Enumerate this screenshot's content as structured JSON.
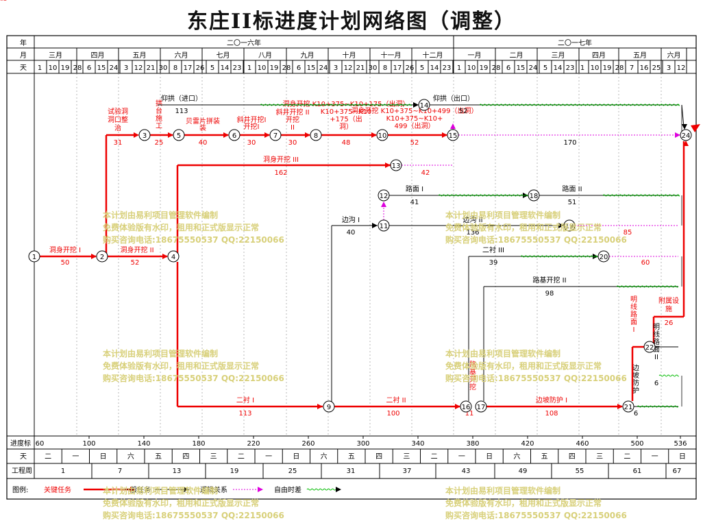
{
  "title": "东庄II标进度计划网络图（调整）",
  "header": {
    "row_labels": {
      "year": "年",
      "month": "月",
      "day": "天"
    },
    "years": [
      {
        "label": "二〇一六年",
        "span": [
          "2016-03-01",
          "2016-12-31"
        ]
      },
      {
        "label": "二〇一七年",
        "span": [
          "2017-01-01",
          "2017-06-30"
        ]
      }
    ],
    "months": [
      "三月",
      "四月",
      "五月",
      "六月",
      "七月",
      "八月",
      "九月",
      "十月",
      "十一月",
      "十二月",
      "一月",
      "二月",
      "三月",
      "四月",
      "五月",
      "六月"
    ],
    "days": [
      "1",
      "10",
      "19",
      "28",
      "6",
      "15",
      "24",
      "3",
      "12",
      "21",
      "30",
      "8",
      "17",
      "26",
      "5",
      "14",
      "23",
      "1",
      "10",
      "19",
      "28",
      "6",
      "15",
      "24",
      "3",
      "12",
      "21",
      "30",
      "8",
      "17",
      "26",
      "5",
      "14",
      "23",
      "1",
      "10",
      "19",
      "28",
      "6",
      "15",
      "24",
      "5",
      "14",
      "23",
      "1",
      "10",
      "19",
      "28",
      "7",
      "16",
      "25",
      "3",
      "12"
    ]
  },
  "axes": {
    "progress_label": "进度标",
    "progress_ticks": [
      "60",
      "100",
      "140",
      "180",
      "220",
      "260",
      "300",
      "340",
      "380",
      "420",
      "460",
      "500",
      "536"
    ],
    "weekday_label": "天",
    "weekdays": [
      "二",
      "一",
      "日",
      "六",
      "五",
      "四",
      "三",
      "二",
      "一",
      "日",
      "六",
      "五",
      "四",
      "三",
      "二",
      "一",
      "日",
      "六",
      "五",
      "四",
      "三",
      "二",
      "一",
      "日"
    ],
    "week_label": "工程周",
    "weeks": [
      "1",
      "7",
      "13",
      "19",
      "25",
      "31",
      "37",
      "43",
      "49",
      "55",
      "61",
      "67"
    ]
  },
  "nodes": [
    "1",
    "2",
    "3",
    "4",
    "5",
    "6",
    "7",
    "8",
    "9",
    "10",
    "11",
    "12",
    "13",
    "14",
    "15",
    "16",
    "17",
    "18",
    "19",
    "20",
    "21",
    "22",
    "24"
  ],
  "tasks": [
    {
      "name": "洞身开挖 I",
      "duration": "50",
      "critical": true
    },
    {
      "name": "洞身开挖 II",
      "duration": "52",
      "critical": true
    },
    {
      "name": "试验洞洞口整治",
      "duration": "31",
      "critical": true
    },
    {
      "name": "拱台施工",
      "duration": "25",
      "critical": true
    },
    {
      "name": "贝雷片拼装",
      "duration": "40",
      "critical": true
    },
    {
      "name": "斜井开挖I",
      "duration": "30",
      "critical": true
    },
    {
      "name": "斜井开挖 II",
      "duration": "30",
      "critical": true
    },
    {
      "name": "洞身开挖 K10+375~K10+175（出洞）",
      "duration": "48",
      "critical": true
    },
    {
      "name": "洞身开挖 K10+375~K10+499（出洞）",
      "duration": "52",
      "critical": true
    },
    {
      "name": "仰拱（进口）",
      "duration": "113",
      "critical": false
    },
    {
      "name": "仰拱（出口）",
      "duration": "52",
      "critical": false
    },
    {
      "name": "",
      "duration": "170",
      "critical": false
    },
    {
      "name": "洞身开挖 III",
      "duration": "162",
      "critical": true
    },
    {
      "name": "",
      "duration": "42",
      "critical": false
    },
    {
      "name": "路面 I",
      "duration": "41",
      "critical": false
    },
    {
      "name": "路面 II",
      "duration": "51",
      "critical": false
    },
    {
      "name": "边沟 I",
      "duration": "40",
      "critical": false
    },
    {
      "name": "边沟 II",
      "duration": "136",
      "critical": false
    },
    {
      "name": "",
      "duration": "85",
      "critical": false
    },
    {
      "name": "二衬 III",
      "duration": "39",
      "critical": false
    },
    {
      "name": "",
      "duration": "60",
      "critical": false
    },
    {
      "name": "路基开挖 II",
      "duration": "98",
      "critical": false
    },
    {
      "name": "二衬 I",
      "duration": "113",
      "critical": true
    },
    {
      "name": "二衬 II",
      "duration": "100",
      "critical": true
    },
    {
      "name": "路基开挖",
      "duration": "11",
      "critical": true
    },
    {
      "name": "边坡防护 I",
      "duration": "108",
      "critical": true
    },
    {
      "name": "边坡防护",
      "duration": "6",
      "critical": false
    },
    {
      "name": "明线路面 I",
      "duration": "",
      "critical": true
    },
    {
      "name": "附属设施",
      "duration": "26",
      "critical": true
    },
    {
      "name": "明线路面 II",
      "duration": "6",
      "critical": false
    }
  ],
  "legend": {
    "title": "图例:",
    "items": [
      "关键任务",
      "一般任务",
      "逻辑关系",
      "自由时差"
    ]
  },
  "watermark": {
    "lines": [
      "本计划由易利项目管理软件编制",
      "免费体验版有水印，租用和正式版显示正常",
      "购买咨询电话:18675550537 QQ:22150066"
    ]
  },
  "colors": {
    "critical": "#ee0000",
    "normal": "#000000",
    "logic": "#dd00dd",
    "float": "#00bb00",
    "watermark": "#d8d07a"
  }
}
